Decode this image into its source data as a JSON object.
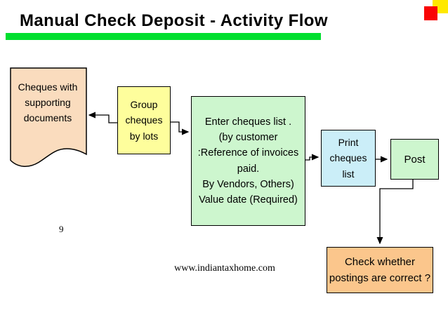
{
  "slide": {
    "title": "Manual Check Deposit - Activity Flow",
    "page_number": "9",
    "website": "www.indiantaxhome.com"
  },
  "colors": {
    "title_underline": "#00DF2F",
    "corner_yellow": "#FFE900",
    "corner_red": "#F90505",
    "document_fill": "#FADCBE",
    "group_fill": "#FEFE9C",
    "enter_fill": "#CDF6CE",
    "print_fill": "#CBEEF8",
    "post_fill": "#CDF6CE",
    "check_fill": "#FBC68C"
  },
  "flowchart": {
    "nodes": {
      "document": {
        "shape": "document",
        "label": "Cheques with\nsupporting\ndocuments"
      },
      "group": {
        "shape": "rect",
        "label": "Group\ncheques\nby lots"
      },
      "enter": {
        "shape": "rect",
        "label": "Enter cheques list .\n(by customer\n:Reference of invoices\npaid.\nBy Vendors, Others)\nValue date (Required)"
      },
      "print": {
        "shape": "rect",
        "label": "Print\ncheques\nlist"
      },
      "post": {
        "shape": "rect",
        "label": "Post"
      },
      "check": {
        "shape": "rect",
        "label": "Check whether\npostings are correct ?"
      }
    },
    "edges": [
      {
        "from": "group",
        "to": "document"
      },
      {
        "from": "group",
        "to": "enter"
      },
      {
        "from": "enter",
        "to": "print"
      },
      {
        "from": "print",
        "to": "post"
      },
      {
        "from": "post",
        "to": "check"
      }
    ]
  }
}
